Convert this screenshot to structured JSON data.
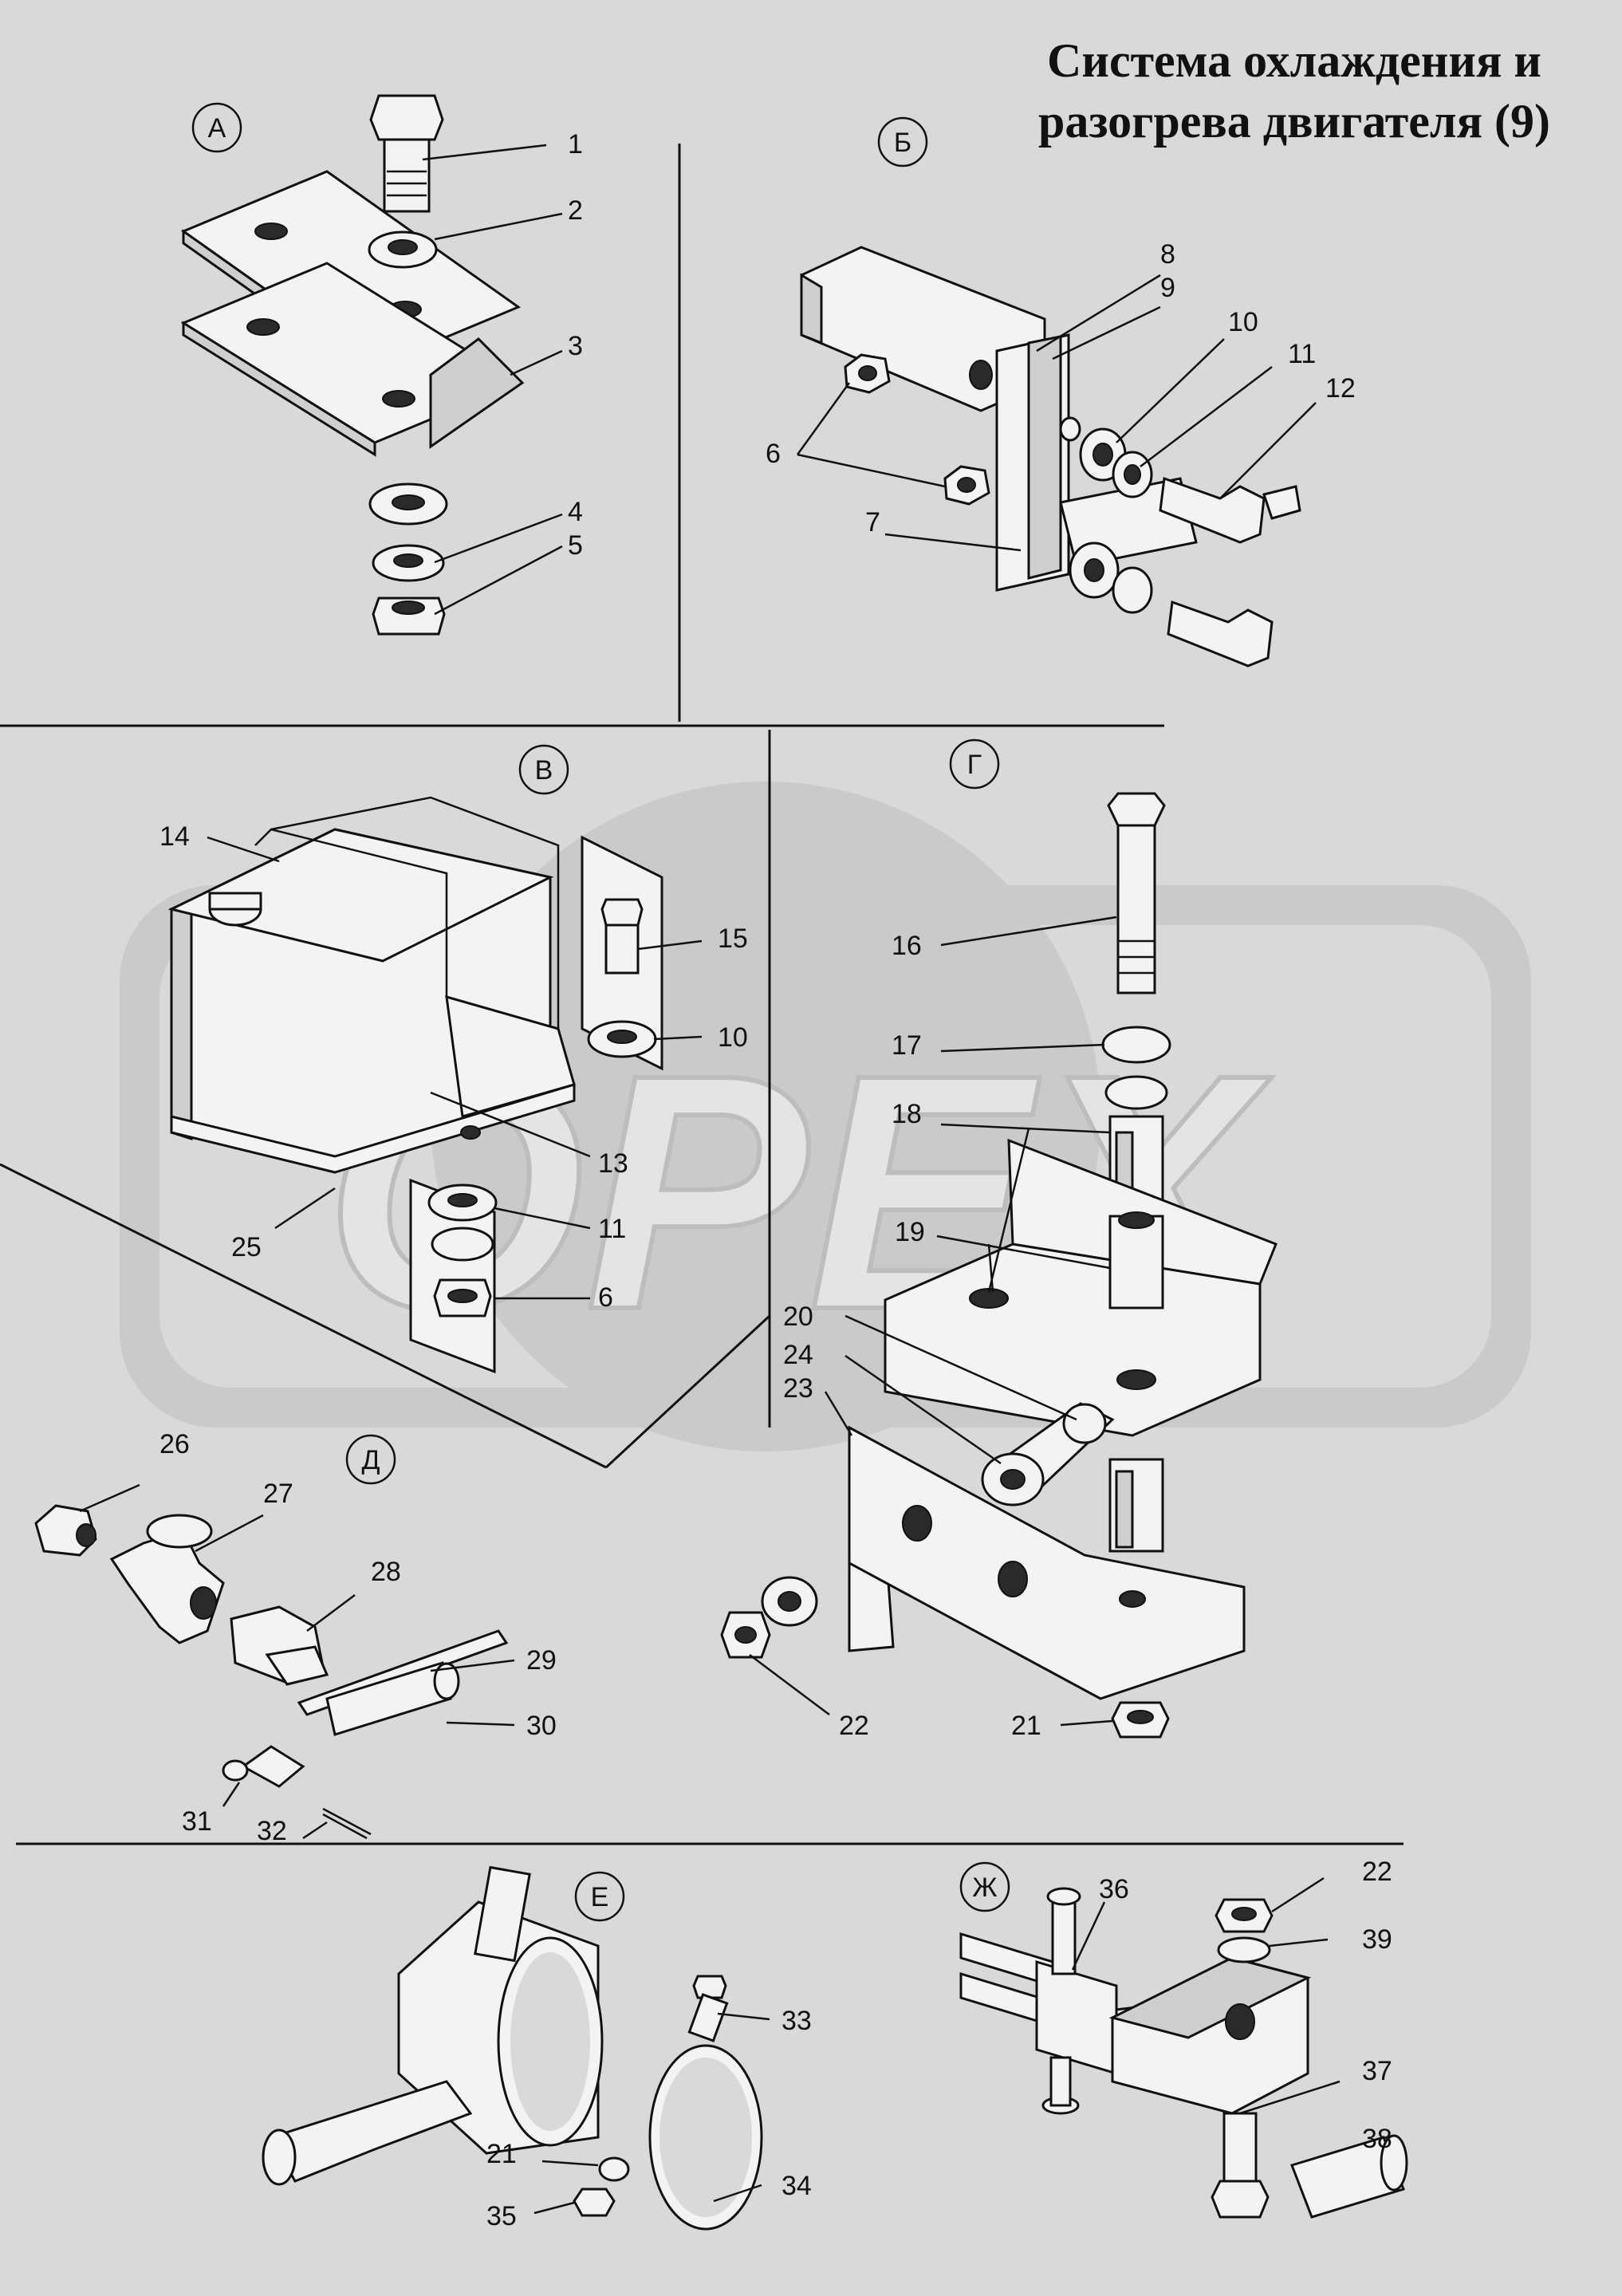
{
  "title": {
    "line1": "Система охлаждения и",
    "line2": "разогрева двигателя (9)"
  },
  "watermark": "OPEX",
  "sections": {
    "A": "А",
    "B": "Б",
    "V": "В",
    "G": "Г",
    "D": "Д",
    "E": "Е",
    "ZH": "Ж"
  },
  "callouts": {
    "c1": "1",
    "c2": "2",
    "c3": "3",
    "c4": "4",
    "c5": "5",
    "c6a": "6",
    "c7": "7",
    "c8": "8",
    "c9": "9",
    "c10a": "10",
    "c11a": "11",
    "c12": "12",
    "c14": "14",
    "c15": "15",
    "c10b": "10",
    "c13": "13",
    "c11b": "11",
    "c6b": "6",
    "c25": "25",
    "c16": "16",
    "c17": "17",
    "c18": "18",
    "c19": "19",
    "c20": "20",
    "c24": "24",
    "c23": "23",
    "c22a": "22",
    "c21a": "21",
    "c26": "26",
    "c27": "27",
    "c28": "28",
    "c29": "29",
    "c30": "30",
    "c31": "31",
    "c32": "32",
    "c33": "33",
    "c21b": "21",
    "c34": "34",
    "c35": "35",
    "c36": "36",
    "c22b": "22",
    "c39": "39",
    "c37": "37",
    "c38": "38"
  },
  "colors": {
    "background": "#d9d9d9",
    "ink": "#111111",
    "watermark": "#cacaca"
  }
}
